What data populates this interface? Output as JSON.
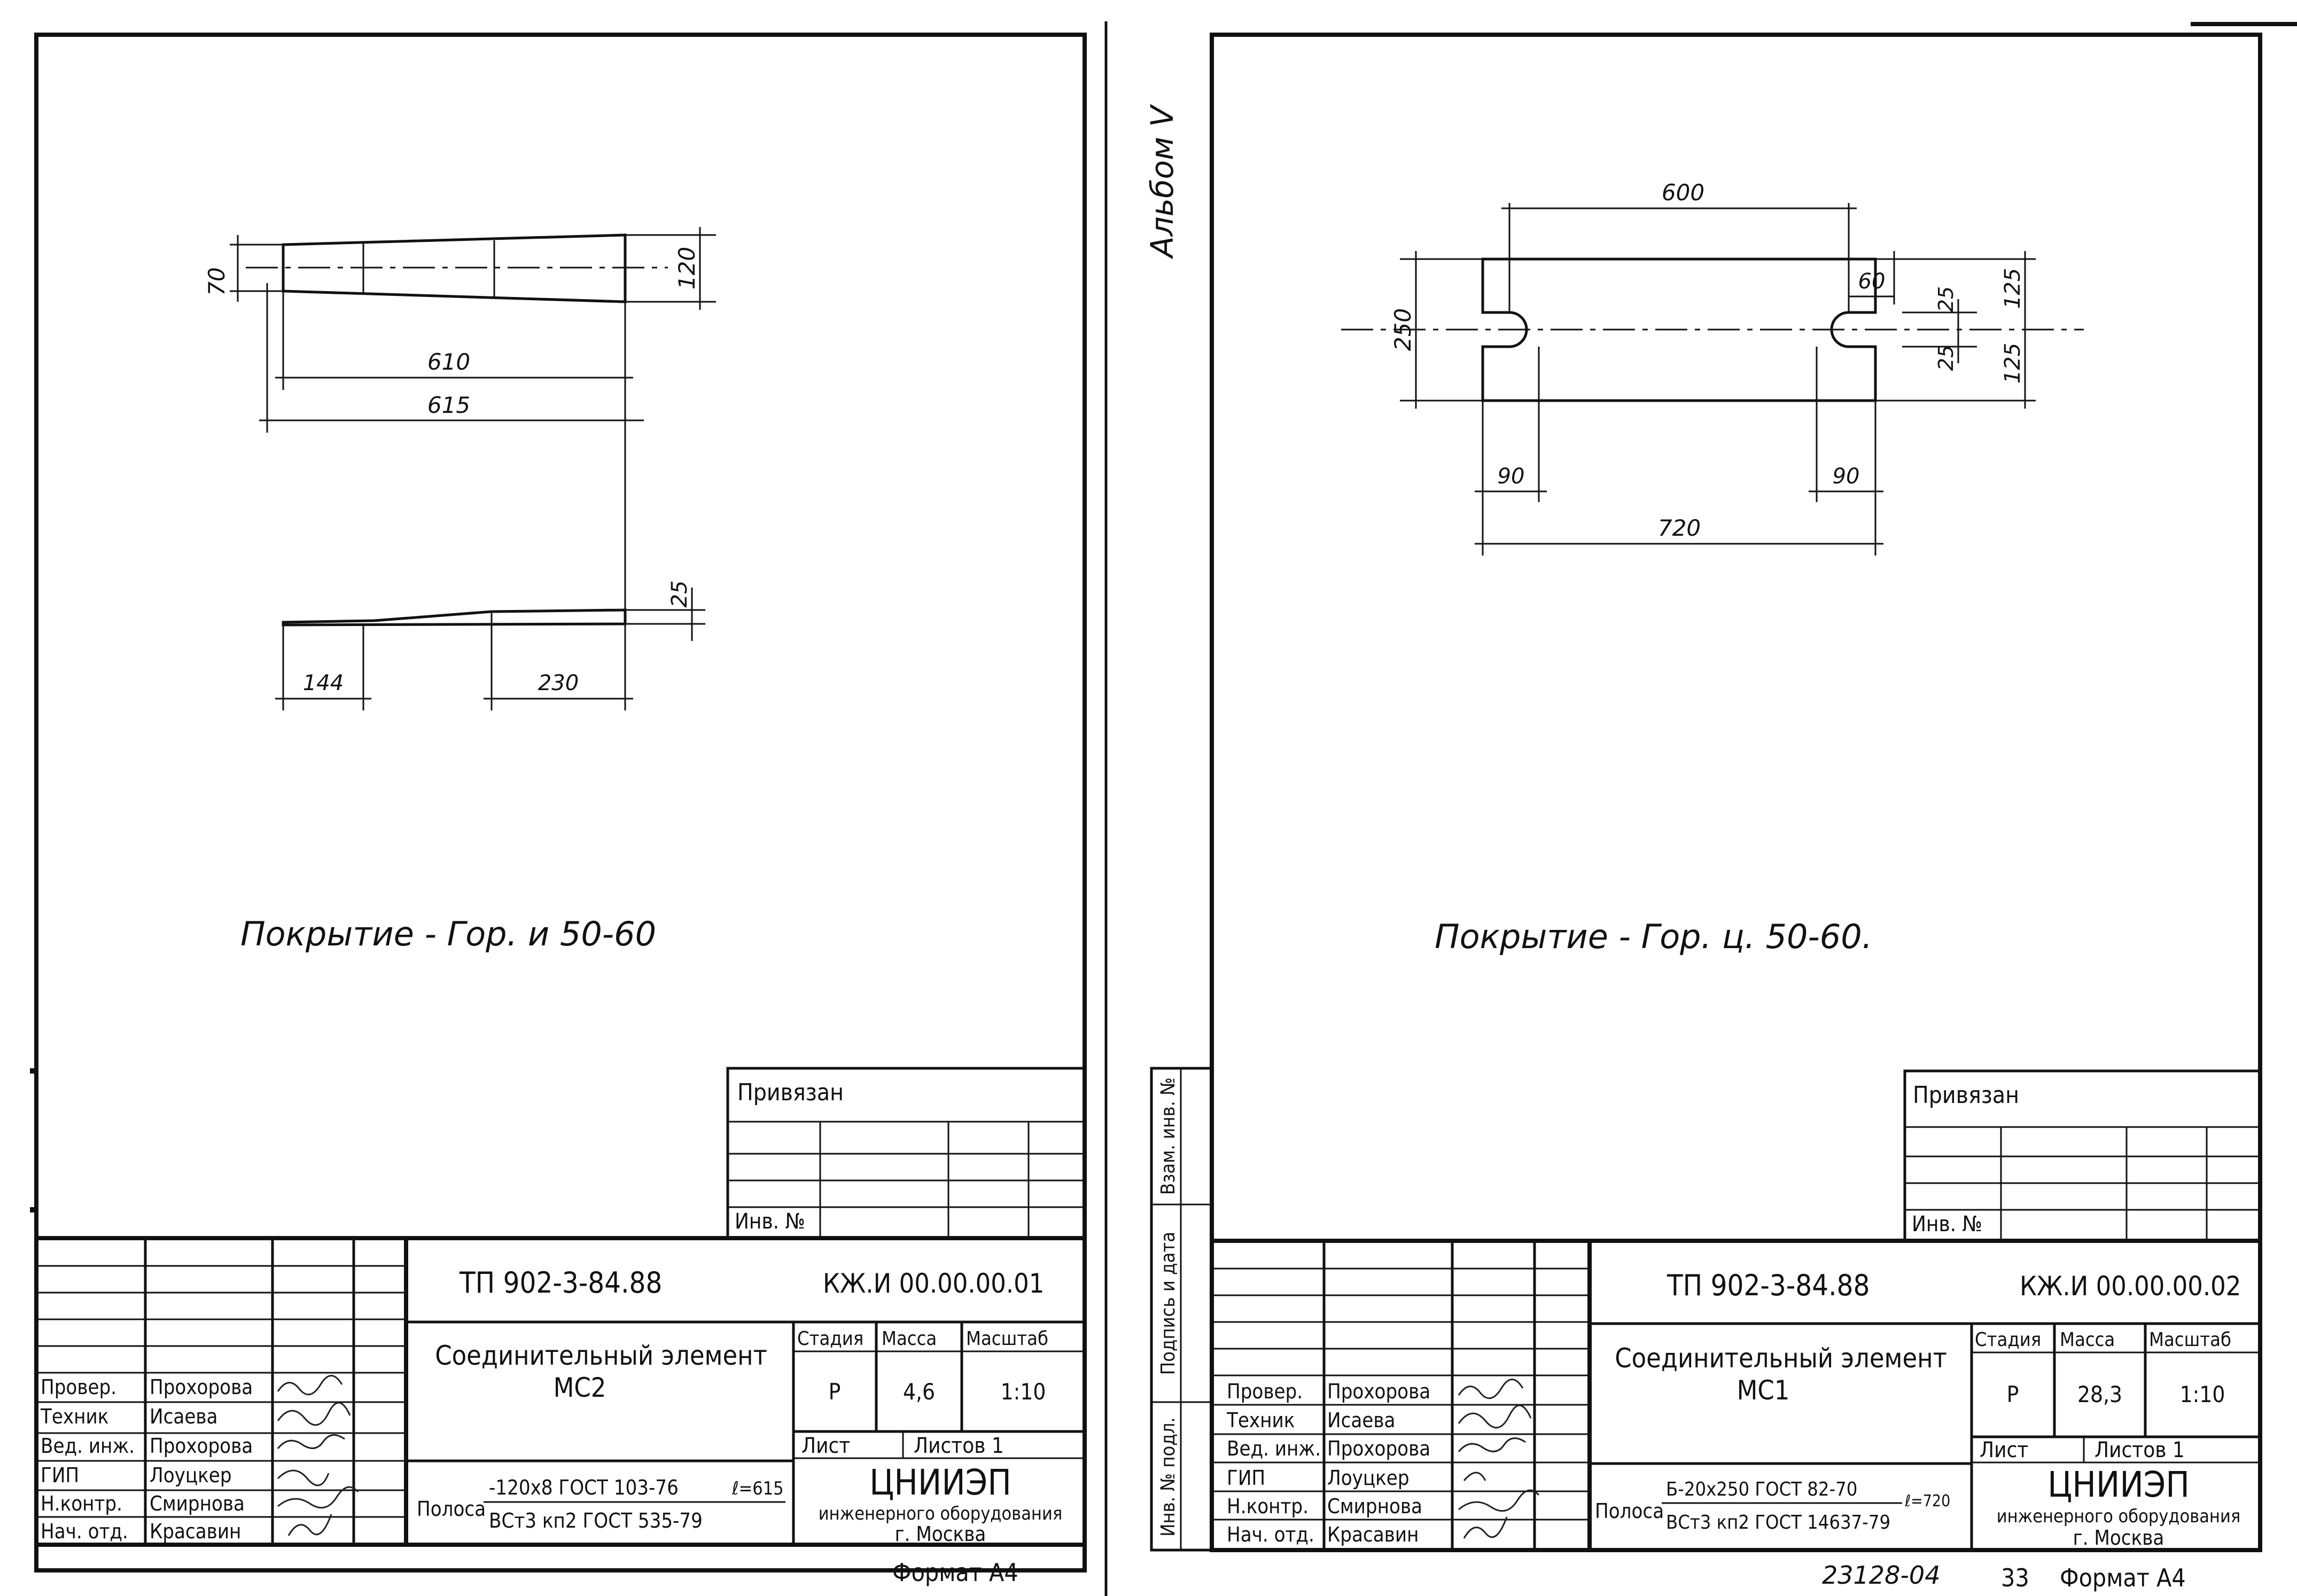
{
  "album_label": "Альбом V",
  "sheet_left": {
    "drawing": {
      "dim_top_height": "70",
      "dim_right_height": "120",
      "dim_length_inner": "610",
      "dim_length_total": "615",
      "dim_thickness": "25",
      "dim_taper_left": "144",
      "dim_taper_right": "230"
    },
    "caption": "Покрытие - Гор. и 50-60",
    "privyazan": "Привязан",
    "inv_no": "Инв. №",
    "code_project": "ТП 902-3-84.88",
    "code_sheet": "КЖ.И 00.00.00.01",
    "title": [
      "Соединительный элемент",
      "МС2"
    ],
    "stage_header": "Стадия",
    "mass_header": "Масса",
    "scale_header": "Масштаб",
    "stage_value": "Р",
    "mass_value": "4,6",
    "scale_value": "1:10",
    "sheet_label": "Лист",
    "sheets_label": "Листов 1",
    "material_prefix": "Полоса",
    "material_top": "-120х8 ГОСТ 103-76",
    "material_length": "ℓ=615",
    "material_bottom": "ВСт3 кп2 ГОСТ 535-79",
    "org_name": "ЦНИИЭП",
    "org_sub": "инженерного оборудования",
    "org_city": "г. Москва",
    "format": "Формат А4",
    "staff": [
      {
        "role": "Провер.",
        "name": "Прохорова"
      },
      {
        "role": "Техник",
        "name": "Исаева"
      },
      {
        "role": "Вед. инж.",
        "name": "Прохорова"
      },
      {
        "role": "ГИП",
        "name": "Лоуцкер"
      },
      {
        "role": "Н.контр.",
        "name": "Смирнова"
      },
      {
        "role": "Нач. отд.",
        "name": "Красавин"
      }
    ]
  },
  "sheet_right": {
    "drawing": {
      "dim_top": "600",
      "dim_height": "250",
      "dim_slot_width": "60",
      "dim_slot_half_top": "25",
      "dim_slot_half_bottom": "25",
      "dim_half_top": "125",
      "dim_half_bottom": "125",
      "dim_left_slot": "90",
      "dim_right_slot": "90",
      "dim_total": "720"
    },
    "caption": "Покрытие - Гор. ц. 50-60.",
    "privyazan": "Привязан",
    "inv_no": "Инв. №",
    "code_project": "ТП 902-3-84.88",
    "code_sheet": "КЖ.И 00.00.00.02",
    "title": [
      "Соединительный элемент",
      "МС1"
    ],
    "stage_header": "Стадия",
    "mass_header": "Масса",
    "scale_header": "Масштаб",
    "stage_value": "Р",
    "mass_value": "28,3",
    "scale_value": "1:10",
    "sheet_label": "Лист",
    "sheets_label": "Листов 1",
    "material_prefix": "Полоса",
    "material_top": "Б-20х250 ГОСТ 82-70",
    "material_length": "ℓ=720",
    "material_bottom": "ВСт3 кп2 ГОСТ 14637-79",
    "org_name": "ЦНИИЭП",
    "org_sub": "инженерного оборудования",
    "org_city": "г. Москва",
    "archive_no": "23128-04",
    "page_no": "33",
    "format": "Формат А4",
    "side_labels": [
      "Взам. инв. №",
      "Подпись и дата",
      "Инв. № подл."
    ],
    "staff": [
      {
        "role": "Провер.",
        "name": "Прохорова"
      },
      {
        "role": "Техник",
        "name": "Исаева"
      },
      {
        "role": "Вед. инж.",
        "name": "Прохорова"
      },
      {
        "role": "ГИП",
        "name": "Лоуцкер"
      },
      {
        "role": "Н.контр.",
        "name": "Смирнова"
      },
      {
        "role": "Нач. отд.",
        "name": "Красавин"
      }
    ]
  }
}
